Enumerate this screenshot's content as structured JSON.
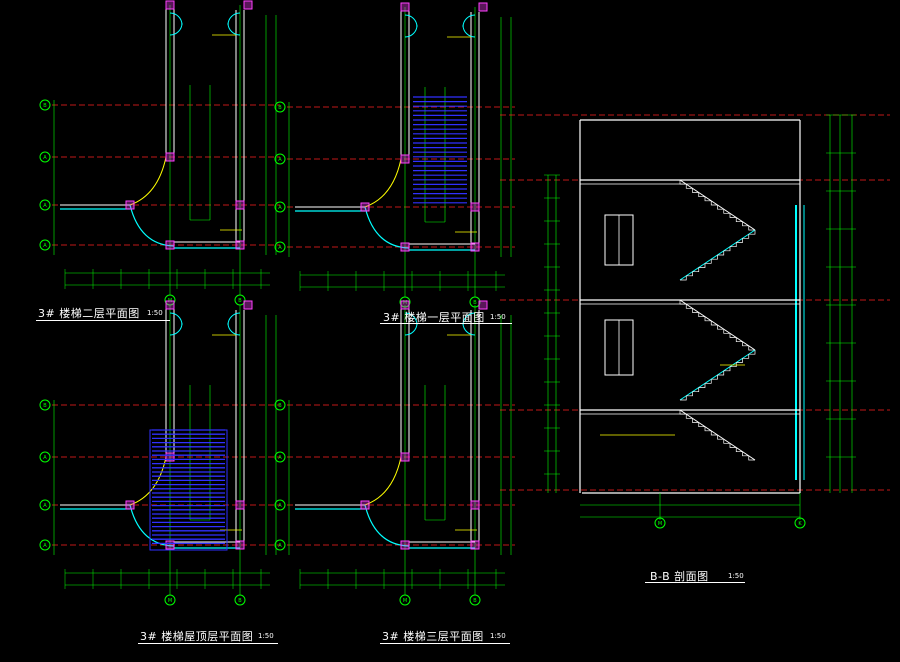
{
  "drawings": {
    "plan_second_floor": {
      "title": "3# 楼梯二层平面图",
      "scale": "1:50"
    },
    "plan_first_floor": {
      "title": "3# 楼梯一层平面图",
      "scale": "1:50"
    },
    "plan_top_floor": {
      "title": "3# 楼梯屋顶层平面图",
      "scale": "1:50"
    },
    "plan_third_floor": {
      "title": "3# 楼梯三层平面图",
      "scale": "1:50"
    },
    "section_bb": {
      "title": "B-B 剖面图",
      "scale": "1:50"
    }
  },
  "axis_labels": {
    "rows": [
      "B",
      "A",
      "A",
      "A"
    ],
    "cols": [
      "M",
      "B"
    ],
    "section_cols": [
      "M",
      "K"
    ]
  },
  "colors": {
    "background": "#000000",
    "axis_line": "#ff2020",
    "wall": "#ffffff",
    "dimension": "#00ff00",
    "hatch": "#ff40ff",
    "glass": "#00ffff",
    "stair_fill": "#3030ff",
    "annotation": "#ffff00"
  }
}
